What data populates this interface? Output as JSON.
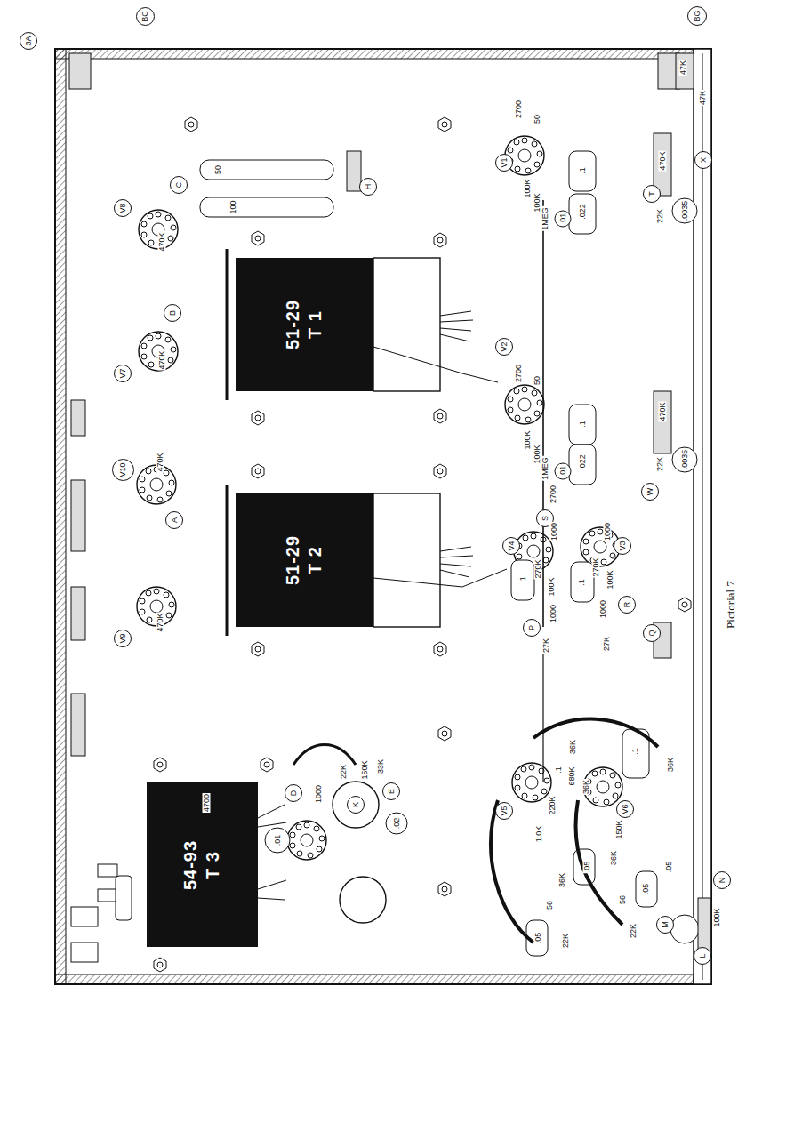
{
  "diagram": {
    "caption": "Pictorial 7",
    "nodes": [
      {
        "text": [
          "BG"
        ]
      },
      {
        "text": [
          "BC"
        ]
      },
      {
        "text": [
          "3A"
        ]
      },
      {
        "text": [
          "C"
        ]
      },
      {
        "text": [
          "H"
        ]
      },
      {
        "text": [
          "V8"
        ]
      },
      {
        "text": [
          "B"
        ]
      },
      {
        "text": [
          "V7"
        ]
      },
      {
        "text": [
          "51-29",
          "T 1"
        ]
      },
      {
        "text": [
          "V10"
        ]
      },
      {
        "text": [
          "A"
        ]
      },
      {
        "text": [
          "V9"
        ]
      },
      {
        "text": [
          "51-29",
          "T 2"
        ]
      },
      {
        "text": [
          "54-93",
          "T 3"
        ]
      },
      {
        "text": [
          "D"
        ]
      },
      {
        "text": [
          "E"
        ]
      },
      {
        "text": [
          "K"
        ]
      },
      {
        "text": [
          "V1"
        ]
      },
      {
        "text": [
          "T"
        ]
      },
      {
        "text": [
          "X"
        ]
      },
      {
        "text": [
          "V2"
        ]
      },
      {
        "text": [
          "S"
        ]
      },
      {
        "text": [
          "W"
        ]
      },
      {
        "text": [
          "V4"
        ]
      },
      {
        "text": [
          "V3"
        ]
      },
      {
        "text": [
          "R"
        ]
      },
      {
        "text": [
          "P"
        ]
      },
      {
        "text": [
          "Q"
        ]
      },
      {
        "text": [
          "V5"
        ]
      },
      {
        "text": [
          "V6"
        ]
      },
      {
        "text": [
          "L"
        ]
      },
      {
        "text": [
          "M"
        ]
      },
      {
        "text": [
          "N"
        ]
      }
    ],
    "labels": [
      "470K",
      "470K",
      "470K",
      "470K",
      "47K",
      "47K",
      "50",
      "100",
      "2700",
      "50",
      "100K",
      "100K",
      "1MEG",
      ".01",
      ".1",
      ".022",
      "470K",
      "22K",
      ".0035",
      "2700",
      "50",
      "100K",
      "100K",
      "1MEG",
      ".01",
      "2700",
      ".1",
      ".022",
      "470K",
      "22K",
      ".0035",
      "1000",
      "1000",
      "270K",
      "100K",
      ".1",
      "270K",
      "100K",
      ".1",
      "1000",
      "1000",
      "27K",
      "27K",
      "220K",
      ".1",
      "680K",
      "36K",
      "36K",
      "1.0K",
      "56",
      "36K",
      ".05",
      ".05",
      "22K",
      "36K",
      "150K",
      "22K",
      "56",
      ".05",
      ".05",
      ".1",
      "36K",
      "100K",
      "22K",
      "150K",
      "33K",
      ".02",
      "4700",
      "1000",
      ".01"
    ]
  }
}
